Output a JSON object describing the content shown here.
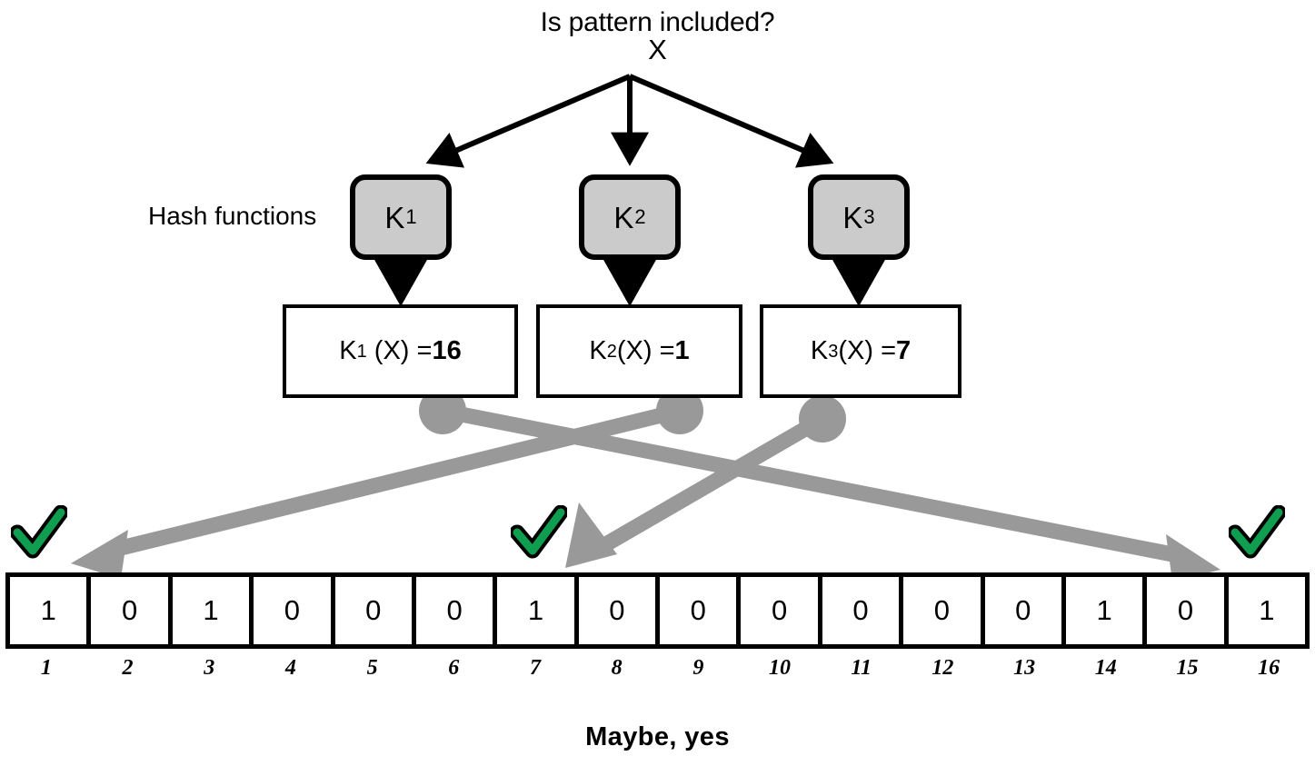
{
  "title": "Is pattern included?",
  "query": "X",
  "hash_label": "Hash functions",
  "verdict": "Maybe, yes",
  "colors": {
    "check_fill": "#0f9e4f",
    "check_stroke": "#000000",
    "wire": "#999999",
    "hash_box_fill": "#cbcbcb",
    "ink": "#000000"
  },
  "hash_functions": [
    {
      "name": "K",
      "sub": "1",
      "icon": "hash-function-box"
    },
    {
      "name": "K",
      "sub": "2",
      "icon": "hash-function-box"
    },
    {
      "name": "K",
      "sub": "3",
      "icon": "hash-function-box"
    }
  ],
  "results": [
    {
      "fn": "K",
      "sub": "1",
      "arg": "(X)",
      "eq": "=",
      "value": "16"
    },
    {
      "fn": "K",
      "sub": "2",
      "arg": "(X)",
      "eq": "=",
      "value": "1"
    },
    {
      "fn": "K",
      "sub": "3",
      "arg": "(X)",
      "eq": "=",
      "value": "7"
    }
  ],
  "bit_array": {
    "bits": [
      "1",
      "0",
      "1",
      "0",
      "0",
      "0",
      "1",
      "0",
      "0",
      "0",
      "0",
      "0",
      "0",
      "1",
      "0",
      "1"
    ],
    "indices": [
      "1",
      "2",
      "3",
      "4",
      "5",
      "6",
      "7",
      "8",
      "9",
      "10",
      "11",
      "12",
      "13",
      "14",
      "15",
      "16"
    ]
  },
  "checks": [
    {
      "index": "1",
      "label": "bit-set-check-1"
    },
    {
      "index": "7",
      "label": "bit-set-check-7"
    },
    {
      "index": "16",
      "label": "bit-set-check-16"
    }
  ],
  "mappings": [
    {
      "from": "K1",
      "to_index": "16"
    },
    {
      "from": "K2",
      "to_index": "1"
    },
    {
      "from": "K3",
      "to_index": "7"
    }
  ]
}
